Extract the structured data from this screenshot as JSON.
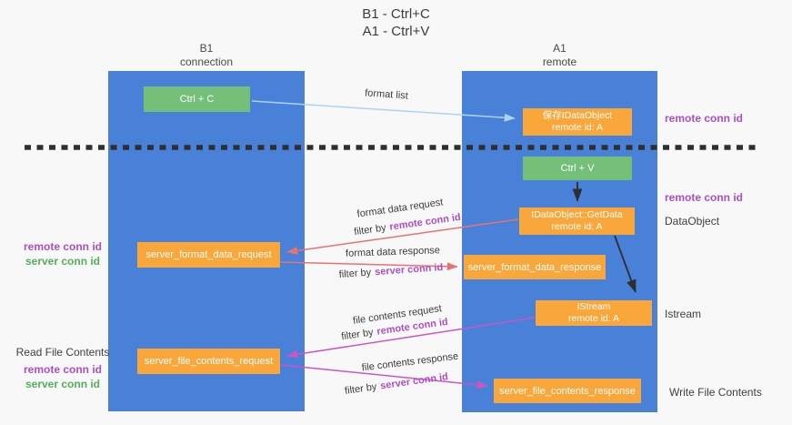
{
  "title": {
    "line1": "B1 - Ctrl+C",
    "line2": "A1 - Ctrl+V"
  },
  "lanes": {
    "left": {
      "name": "B1",
      "subtitle": "connection"
    },
    "right": {
      "name": "A1",
      "subtitle": "remote"
    }
  },
  "boxes": {
    "ctrl_c": {
      "label": "Ctrl + C"
    },
    "save_idataobject": {
      "line1": "保存IDataObject",
      "line2": "remote id: A"
    },
    "ctrl_v": {
      "label": "Ctrl + V"
    },
    "getdata": {
      "line1": "IDataObject::GetData",
      "line2": "remote id: A"
    },
    "format_request": {
      "label": "server_format_data_request"
    },
    "format_response": {
      "label": "server_format_data_response"
    },
    "istream": {
      "line1": "IStream",
      "line2": "remote id: A"
    },
    "file_request": {
      "label": "server_file_contents_request"
    },
    "file_response": {
      "label": "server_file_contents_response"
    }
  },
  "flow_labels": {
    "format_list": "format list",
    "format_data_request": "format data request",
    "format_data_response": "format data response",
    "file_contents_request": "file contents request",
    "file_contents_response": "file contents response",
    "filter_by": "filter by",
    "remote_conn_id": "remote conn id",
    "server_conn_id": "server conn id"
  },
  "side_labels": {
    "left_top": {
      "remote": "remote conn id",
      "server": "server conn id"
    },
    "left_bottom": {
      "read_file": "Read File Contents",
      "remote": "remote conn id",
      "server": "server conn id"
    },
    "right": {
      "remote_top": "remote conn id",
      "remote_mid": "remote conn id",
      "dataobject": "DataObject",
      "istream": "Istream",
      "write_file": "Write File Contents"
    }
  },
  "colors": {
    "lane_blue": "#4a81d8",
    "box_green": "#74c078",
    "box_orange": "#f9a63a",
    "arrow_light_blue": "#aad4f5",
    "arrow_salmon": "#e8736e",
    "arrow_magenta": "#cc55c3",
    "arrow_black": "#2e2e2e",
    "text_purple": "#ab4fc7",
    "text_green": "#55ae59"
  }
}
